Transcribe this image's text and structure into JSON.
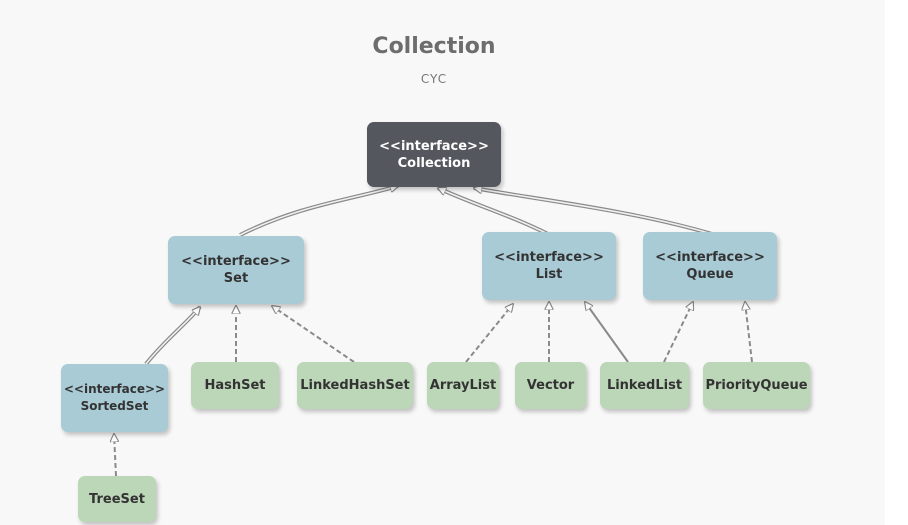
{
  "header": {
    "title": "Collection",
    "subtitle": "CYC"
  },
  "nodes": {
    "collection": {
      "stereotype": "<<interface>>",
      "name": "Collection"
    },
    "set": {
      "stereotype": "<<interface>>",
      "name": "Set"
    },
    "list": {
      "stereotype": "<<interface>>",
      "name": "List"
    },
    "queue": {
      "stereotype": "<<interface>>",
      "name": "Queue"
    },
    "sortedset": {
      "stereotype": "<<interface>>",
      "name": "SortedSet"
    },
    "hashset": {
      "name": "HashSet"
    },
    "linkedhashset": {
      "name": "LinkedHashSet"
    },
    "arraylist": {
      "name": "ArrayList"
    },
    "vector": {
      "name": "Vector"
    },
    "linkedlist": {
      "name": "LinkedList"
    },
    "priorityqueue": {
      "name": "PriorityQueue"
    },
    "treeset": {
      "name": "TreeSet"
    }
  },
  "colors": {
    "interface": "#a9cbd6",
    "root": "#54575d",
    "class": "#bcd6b8",
    "edge": "#8a8a8a"
  }
}
